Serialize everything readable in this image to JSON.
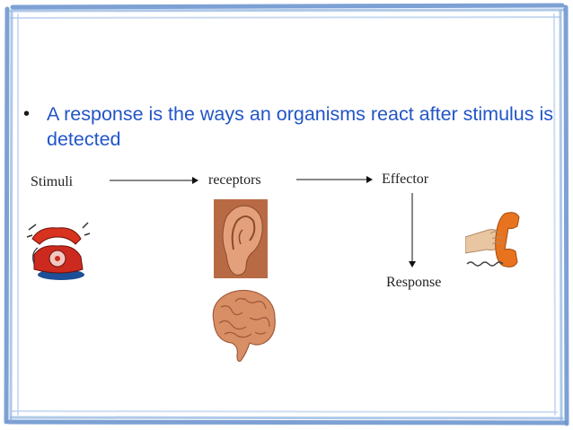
{
  "slide": {
    "bullet_text": "A response is the ways an organisms react after stimulus is detected"
  },
  "diagram": {
    "stimuli_label": "Stimuli",
    "receptors_label": "receptors",
    "effector_label": "Effector",
    "response_label": "Response"
  },
  "colors": {
    "bullet_text": "#2255c8",
    "frame_blue": "#6f97cf",
    "phone_red": "#cc2a1e",
    "handset_orange": "#e8731f",
    "ear_skin": "#e3a07a",
    "brain_tan": "#d98f66"
  },
  "icons": [
    "telephone-icon",
    "ear-icon",
    "brain-icon",
    "handset-icon"
  ]
}
